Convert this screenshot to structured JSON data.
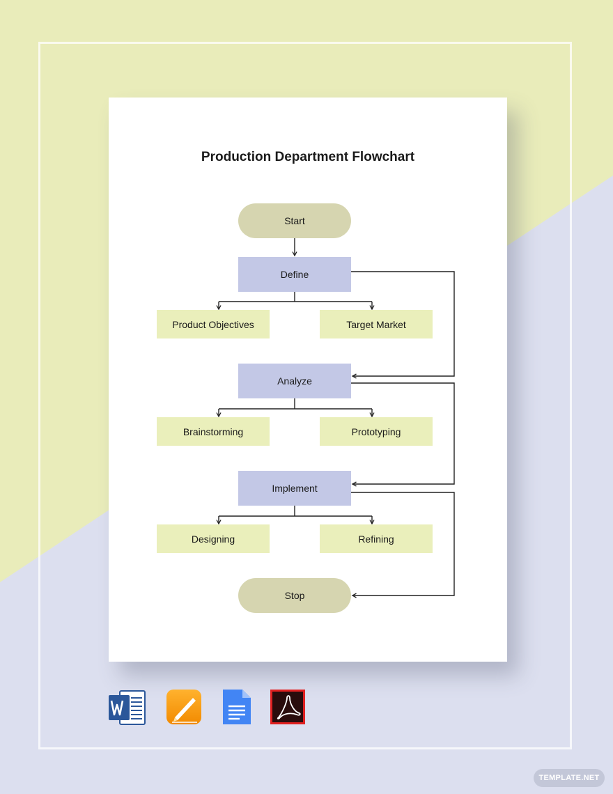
{
  "colors": {
    "bg_yellow": "#e9ecba",
    "bg_lavender": "#dcdfef",
    "terminal_fill": "#d6d5b0",
    "process_fill": "#c3c8e6",
    "sub_fill": "#eaefbb",
    "connector": "#222222",
    "badge_fill": "#c3c7d8"
  },
  "title": "Production Department Flowchart",
  "nodes": {
    "start": "Start",
    "define": "Define",
    "product_objectives": "Product Objectives",
    "target_market": "Target Market",
    "analyze": "Analyze",
    "brainstorming": "Brainstorming",
    "prototyping": "Prototyping",
    "implement": "Implement",
    "designing": "Designing",
    "refining": "Refining",
    "stop": "Stop"
  },
  "edges": [
    {
      "from": "start",
      "to": "define"
    },
    {
      "from": "define",
      "to": "product_objectives"
    },
    {
      "from": "define",
      "to": "target_market"
    },
    {
      "from": "define",
      "to": "analyze"
    },
    {
      "from": "analyze",
      "to": "brainstorming"
    },
    {
      "from": "analyze",
      "to": "prototyping"
    },
    {
      "from": "analyze",
      "to": "implement"
    },
    {
      "from": "implement",
      "to": "designing"
    },
    {
      "from": "implement",
      "to": "refining"
    },
    {
      "from": "implement",
      "to": "stop"
    }
  ],
  "format_icons": [
    "word-icon",
    "pages-icon",
    "google-docs-icon",
    "pdf-icon"
  ],
  "badge": "TEMPLATE.NET"
}
